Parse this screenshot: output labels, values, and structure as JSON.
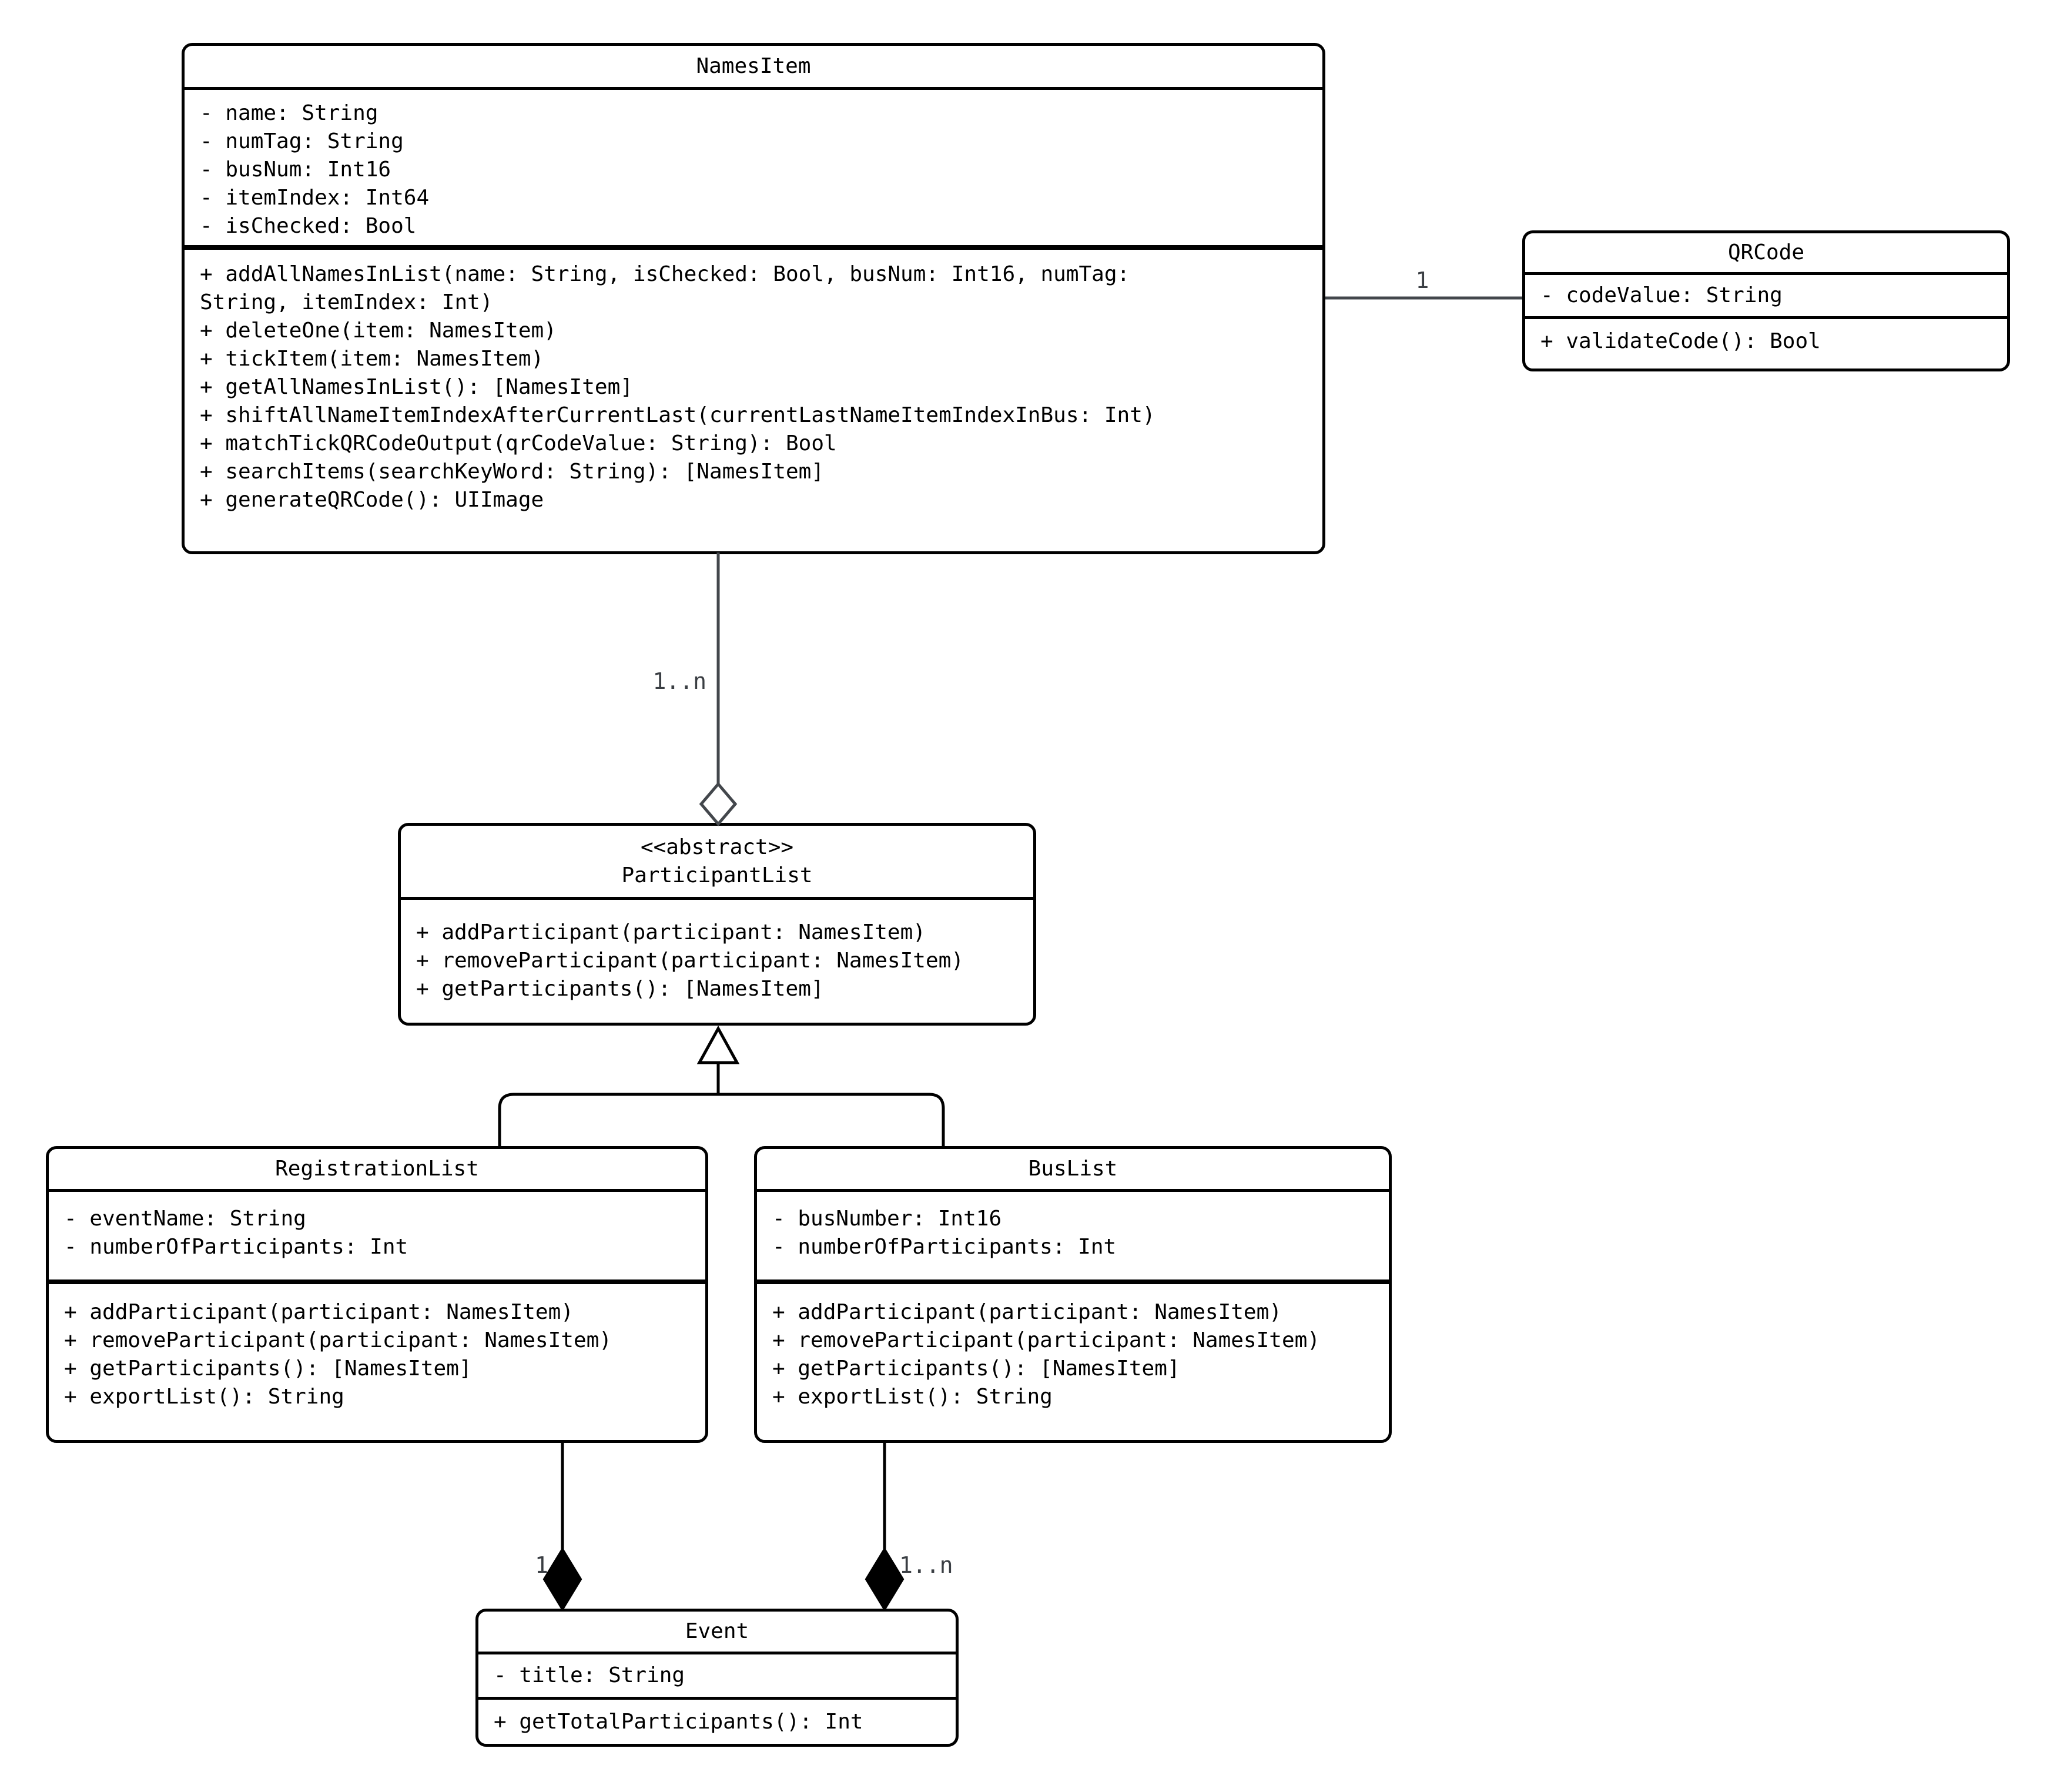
{
  "classes": {
    "namesItem": {
      "name": "NamesItem",
      "attributes": [
        "- name: String",
        "- numTag: String",
        "- busNum: Int16",
        "- itemIndex: Int64",
        "- isChecked: Bool"
      ],
      "methods": [
        "+ addAllNamesInList(name: String, isChecked: Bool, busNum: Int16, numTag:",
        "String, itemIndex: Int)",
        "+ deleteOne(item: NamesItem)",
        "+ tickItem(item: NamesItem)",
        "+ getAllNamesInList(): [NamesItem]",
        "+ shiftAllNameItemIndexAfterCurrentLast(currentLastNameItemIndexInBus: Int)",
        "+ matchTickQRCodeOutput(qrCodeValue: String): Bool",
        "+ searchItems(searchKeyWord: String): [NamesItem]",
        "+ generateQRCode(): UIImage"
      ]
    },
    "qrCode": {
      "name": "QRCode",
      "attributes": [
        "- codeValue: String"
      ],
      "methods": [
        "+ validateCode(): Bool"
      ]
    },
    "participantList": {
      "stereotype": "<<abstract>>",
      "name": "ParticipantList",
      "methods": [
        "+ addParticipant(participant: NamesItem)",
        "+ removeParticipant(participant: NamesItem)",
        "+ getParticipants(): [NamesItem]"
      ]
    },
    "registrationList": {
      "name": "RegistrationList",
      "attributes": [
        "- eventName: String",
        "- numberOfParticipants: Int"
      ],
      "methods": [
        "+ addParticipant(participant: NamesItem)",
        "+ removeParticipant(participant: NamesItem)",
        "+ getParticipants(): [NamesItem]",
        "+ exportList(): String"
      ]
    },
    "busList": {
      "name": "BusList",
      "attributes": [
        "- busNumber: Int16",
        "- numberOfParticipants: Int"
      ],
      "methods": [
        "+ addParticipant(participant: NamesItem)",
        "+ removeParticipant(participant: NamesItem)",
        "+ getParticipants(): [NamesItem]",
        "+ exportList(): String"
      ]
    },
    "event": {
      "name": "Event",
      "attributes": [
        "- title: String"
      ],
      "methods": [
        "+ getTotalParticipants(): Int"
      ]
    }
  },
  "relationships": {
    "namesitem_qrcode": {
      "type": "association",
      "label": "1"
    },
    "namesitem_participantlist": {
      "type": "aggregation",
      "label": "1..n"
    },
    "participantlist_registrationlist": {
      "type": "generalization"
    },
    "participantlist_buslist": {
      "type": "generalization"
    },
    "registrationlist_event": {
      "type": "composition",
      "label": "1"
    },
    "buslist_event": {
      "type": "composition",
      "label": "1..n"
    }
  },
  "colors": {
    "box_border": "#000000",
    "box_fill": "#ffffff",
    "connector_gray": "#43474c",
    "connector_black": "#000000",
    "text": "#000000"
  }
}
